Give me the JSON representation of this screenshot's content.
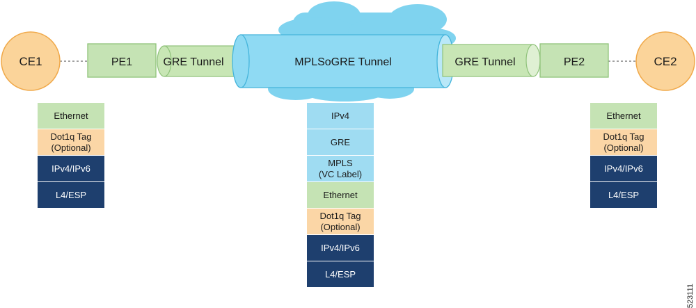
{
  "nodes": {
    "ce1": "CE1",
    "pe1": "PE1",
    "pe2": "PE2",
    "ce2": "CE2"
  },
  "tunnels": {
    "gre_left": "GRE Tunnel",
    "mplsogre": "MPLSoGRE Tunnel",
    "gre_right": "GRE Tunnel"
  },
  "stacks": {
    "left": [
      {
        "label": "Ethernet",
        "kind": "ethernet"
      },
      {
        "label": "Dot1q Tag\n(Optional)",
        "kind": "dot1q"
      },
      {
        "label": "IPv4/IPv6",
        "kind": "ip"
      },
      {
        "label": "L4/ESP",
        "kind": "l4"
      }
    ],
    "center": [
      {
        "label": "IPv4",
        "kind": "outer"
      },
      {
        "label": "GRE",
        "kind": "outer"
      },
      {
        "label": "MPLS\n(VC Label)",
        "kind": "outer"
      },
      {
        "label": "Ethernet",
        "kind": "ethernet"
      },
      {
        "label": "Dot1q Tag\n(Optional)",
        "kind": "dot1q"
      },
      {
        "label": "IPv4/IPv6",
        "kind": "ip"
      },
      {
        "label": "L4/ESP",
        "kind": "l4"
      }
    ],
    "right": [
      {
        "label": "Ethernet",
        "kind": "ethernet"
      },
      {
        "label": "Dot1q Tag\n(Optional)",
        "kind": "dot1q"
      },
      {
        "label": "IPv4/IPv6",
        "kind": "ip"
      },
      {
        "label": "L4/ESP",
        "kind": "l4"
      }
    ]
  },
  "figure_id": "523111",
  "colors": {
    "ce_fill": "#fbd49a",
    "ce_stroke": "#f0a94a",
    "pe_fill": "#c5e3b4",
    "pe_stroke": "#8fc27a",
    "gre_fill": "#c8e6b5",
    "cloud_fill": "#7fd3ef",
    "ethernet": "#c5e3b4",
    "dot1q": "#fbd6a6",
    "ip": "#1e3f6e",
    "l4": "#1e3f6e",
    "outer": "#9fdcf2"
  }
}
